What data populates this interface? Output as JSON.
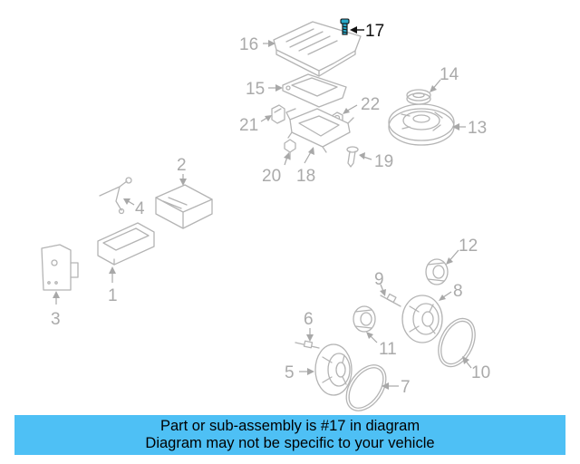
{
  "callouts": {
    "n1": "1",
    "n2": "2",
    "n3": "3",
    "n4": "4",
    "n5": "5",
    "n6": "6",
    "n7": "7",
    "n8": "8",
    "n9": "9",
    "n10": "10",
    "n11": "11",
    "n12": "12",
    "n13": "13",
    "n14": "14",
    "n15": "15",
    "n16": "16",
    "n17": "17",
    "n18": "18",
    "n19": "19",
    "n20": "20",
    "n21": "21",
    "n22": "22"
  },
  "highlighted_part": "17",
  "colors": {
    "banner": "#4ec0f5",
    "highlight": "#2aa9c9",
    "line_art": "#b4b4b4"
  },
  "banner": {
    "line1": "Part or sub-assembly is #17 in diagram",
    "line2": "Diagram may not be specific to your vehicle"
  }
}
